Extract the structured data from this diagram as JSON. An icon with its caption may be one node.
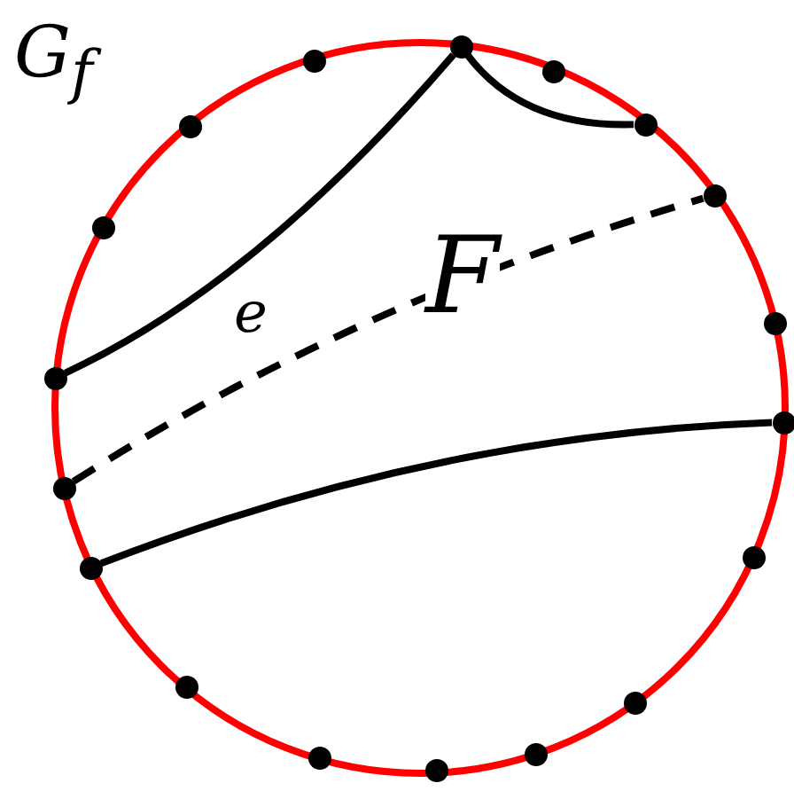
{
  "diagram": {
    "nodes": [
      {
        "text": [],
        "shape": "circle"
      },
      {
        "text": [],
        "shape": "circle"
      },
      {
        "text": [],
        "shape": "circle"
      },
      {
        "text": [],
        "shape": "circle"
      },
      {
        "text": [],
        "shape": "circle"
      },
      {
        "text": [],
        "shape": "circle"
      },
      {
        "text": [],
        "shape": "circle"
      },
      {
        "text": [],
        "shape": "circle"
      },
      {
        "text": [],
        "shape": "circle"
      },
      {
        "text": [],
        "shape": "circle"
      },
      {
        "text": [],
        "shape": "circle"
      },
      {
        "text": [],
        "shape": "circle"
      },
      {
        "text": [],
        "shape": "circle"
      },
      {
        "text": [],
        "shape": "circle"
      },
      {
        "text": [],
        "shape": "circle"
      },
      {
        "text": [],
        "shape": "circle"
      },
      {
        "text": [],
        "shape": "circle"
      },
      {
        "text": [],
        "shape": "circle"
      }
    ],
    "edges": [
      {
        "from": 8,
        "to": 0,
        "arrow": "none"
      },
      {
        "from": 0,
        "to": 3,
        "arrow": "none"
      },
      {
        "from": 10,
        "to": 5,
        "arrow": "none",
        "label": "e",
        "style": "dashed"
      },
      {
        "from": 12,
        "to": 9,
        "arrow": "none"
      }
    ],
    "labels": [
      "G$_{f}$",
      "F"
    ]
  }
}
